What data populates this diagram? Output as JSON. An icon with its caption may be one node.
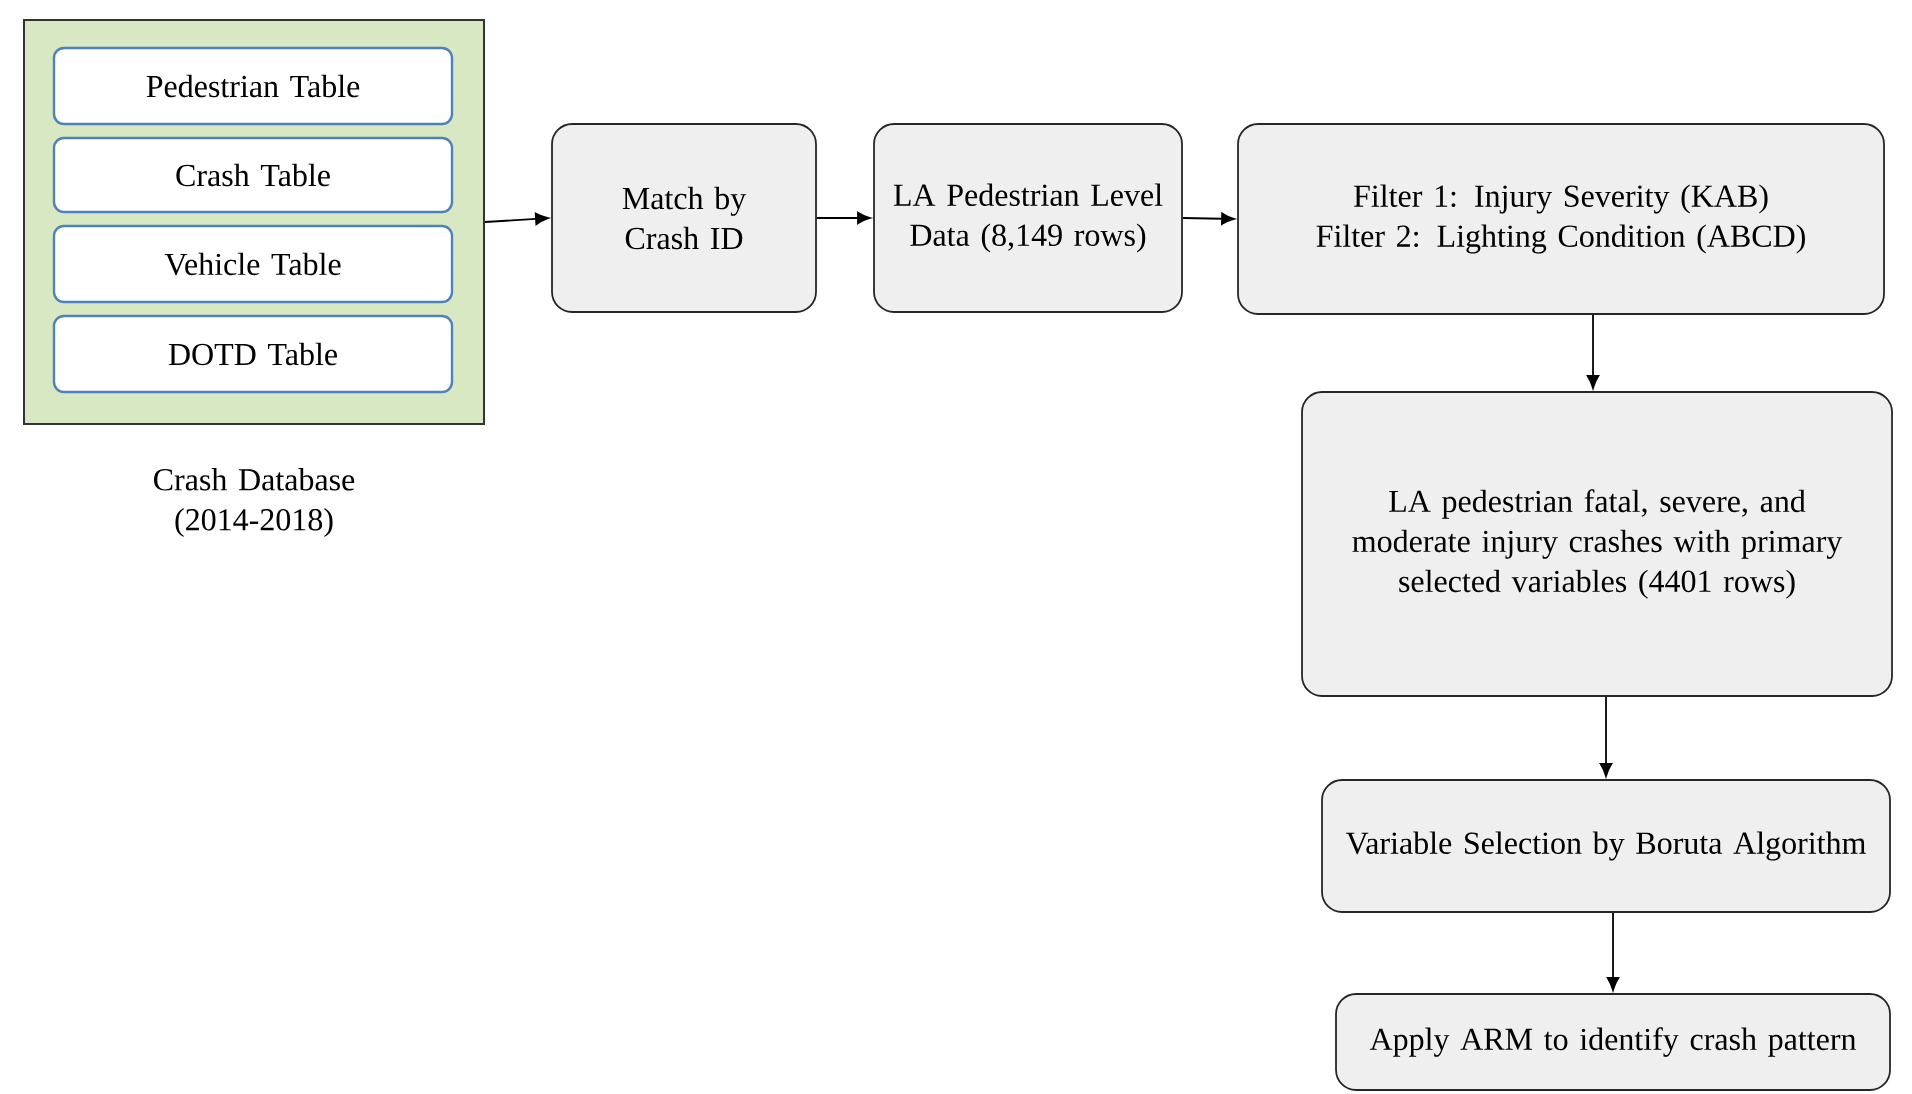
{
  "diagram": {
    "nodes": [
      {
        "text": [],
        "shape": "box",
        "beside": [
          "Crash Database (2014-2018)"
        ]
      },
      {
        "text": [
          "Pedestrian Table"
        ],
        "in": 0
      },
      {
        "text": [
          "Crash Table"
        ],
        "in": 0
      },
      {
        "text": [
          "Vehicle Table"
        ],
        "in": 0
      },
      {
        "text": [
          "DOTD Table"
        ],
        "in": 0
      },
      {
        "text": [
          "Match by Crash ID"
        ]
      },
      {
        "text": [
          "LA Pedestrian Level Data (8,149 rows)"
        ]
      },
      {
        "text": [
          "Filter 1: Injury Severity (KAB)",
          "Filter 2: Lighting Condition (ABCD)"
        ]
      },
      {
        "text": [
          "LA pedestrian fatal, severe, and moderate injury crashes with primary selected variables (4401 rows)"
        ]
      },
      {
        "text": [
          "Variable Selection by Boruta Algorithm"
        ]
      },
      {
        "text": [
          "Apply ARM to identify crash pattern"
        ]
      }
    ],
    "edges": [
      {
        "from": 0,
        "to": 5,
        "arrow": "to"
      },
      {
        "from": 5,
        "to": 6,
        "arrow": "to"
      },
      {
        "from": 6,
        "to": 7,
        "arrow": "to"
      },
      {
        "from": 7,
        "to": 8,
        "arrow": "to"
      },
      {
        "from": 8,
        "to": 9,
        "arrow": "to"
      },
      {
        "from": 9,
        "to": 10,
        "arrow": "to"
      }
    ]
  }
}
